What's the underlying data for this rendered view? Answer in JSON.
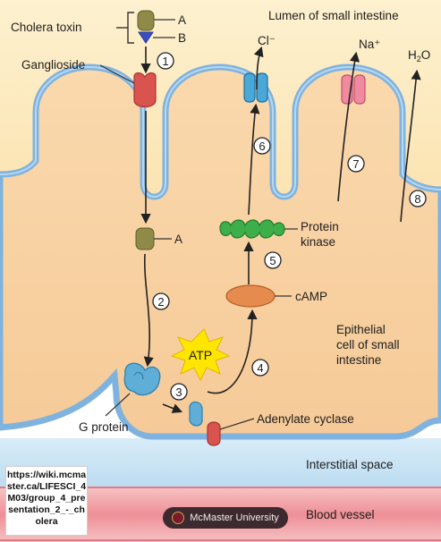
{
  "labels": {
    "cholera_toxin": "Cholera toxin",
    "subunit_a": "A",
    "subunit_b": "B",
    "ganglioside": "Ganglioside",
    "lumen": "Lumen of small intestine",
    "chloride": "Cl⁻",
    "sodium": "Na⁺",
    "water_h": "H",
    "water_2": "2",
    "water_o": "O",
    "a_inside": "A",
    "protein_kinase_1": "Protein",
    "protein_kinase_2": "kinase",
    "camp": "cAMP",
    "atp": "ATP",
    "epithelial_1": "Epithelial",
    "epithelial_2": "cell of small",
    "epithelial_3": "intestine",
    "g_protein": "G protein",
    "adenylate_cyclase": "Adenylate cyclase",
    "interstitial": "Interstitial space",
    "blood_vessel": "Blood vessel"
  },
  "steps": [
    "1",
    "2",
    "3",
    "4",
    "5",
    "6",
    "7",
    "8"
  ],
  "source_url": "https://wiki.mcmaster.ca/LIFESCI_4M03/group_4_presentation_2_-_cholera",
  "badge": "McMaster University",
  "colors": {
    "lumen": "#fde9b6",
    "cell": "#f9d5a6",
    "membrane": "#7fb3df",
    "interstitial": "#c9e3f5",
    "blood": "#f2a6ab",
    "toxin": "#8f8a48",
    "ganglioside": "#d9534f",
    "cftr": "#4aa8d8",
    "na_channel": "#f08aa0",
    "kinase": "#3dae4a",
    "camp": "#e58b4e",
    "atp": "#ffe000"
  }
}
